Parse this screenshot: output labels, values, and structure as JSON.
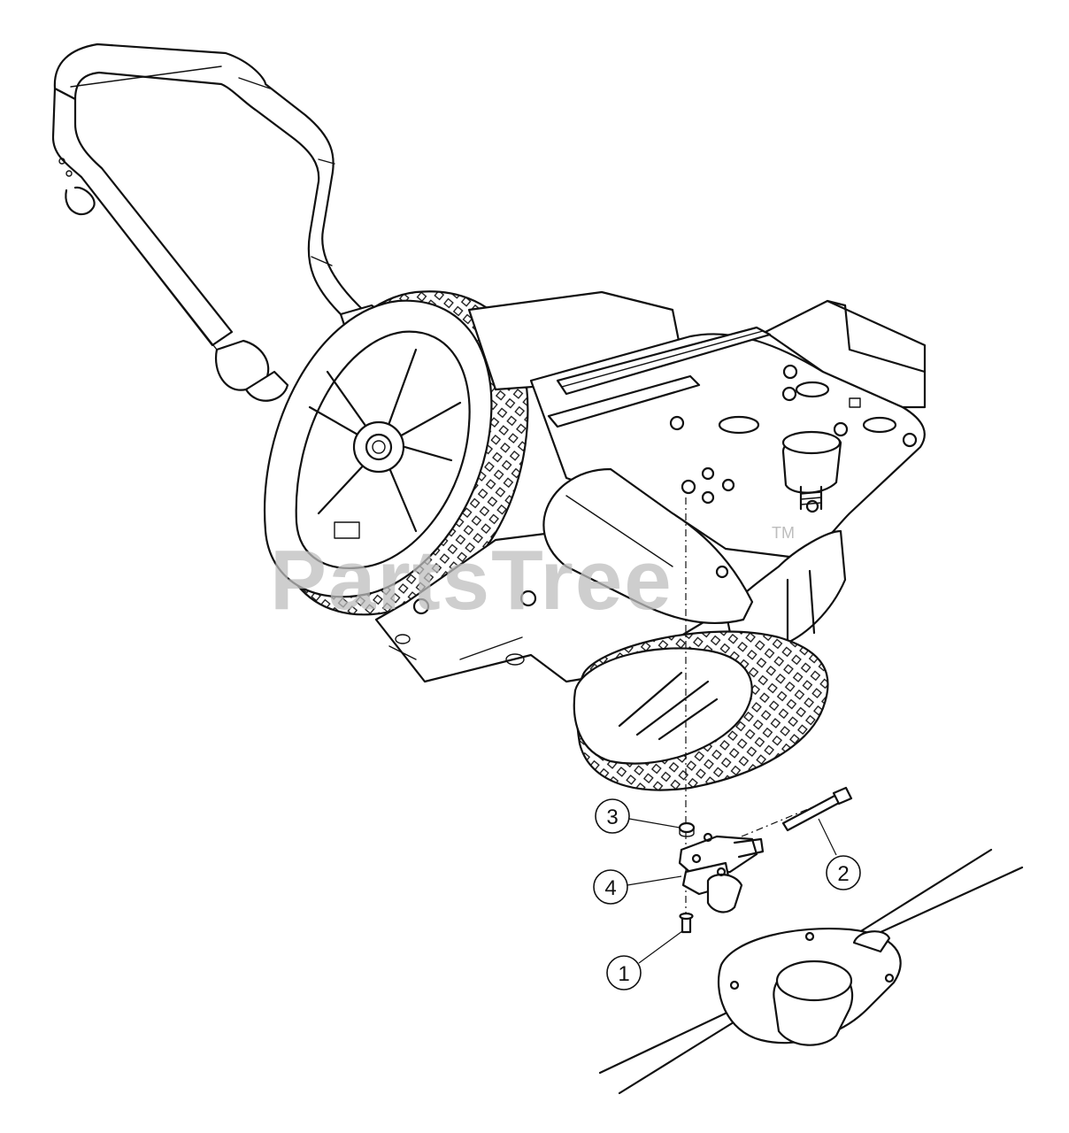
{
  "watermark": {
    "text": "PartsTree",
    "tm": "TM"
  },
  "callouts": [
    {
      "id": "1",
      "label": "1"
    },
    {
      "id": "2",
      "label": "2"
    },
    {
      "id": "3",
      "label": "3"
    },
    {
      "id": "4",
      "label": "4"
    }
  ]
}
